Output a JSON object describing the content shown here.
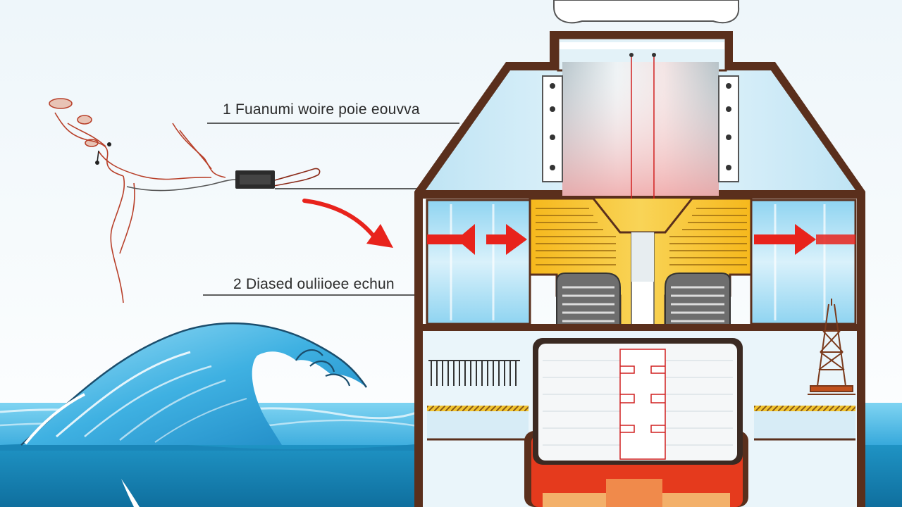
{
  "labels": [
    {
      "number": "1",
      "text": "Fuanumi woire poie eouvva"
    },
    {
      "number": "2",
      "text": "Diased ouliioee echun"
    }
  ],
  "colors": {
    "ocean_light": "#5cc8ee",
    "ocean_deep": "#1d8fbf",
    "housing_outline": "#5a2f1c",
    "glass": "#cfe9f5",
    "coil_yellow": "#f2c531",
    "pressure_arrow": "#e8231c",
    "base_red": "#e53a1d",
    "wire_red": "#b8402a"
  },
  "icons": [
    "flow-arrow-icon",
    "tower-icon",
    "wave-icon"
  ]
}
